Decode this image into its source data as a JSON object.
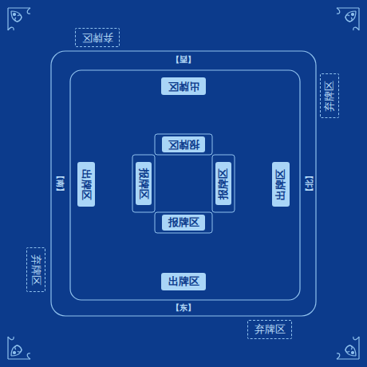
{
  "diagram": {
    "nodes": [
      {
        "text": [
          "弃牌区"
        ]
      },
      {
        "text": [
          "出牌区"
        ]
      },
      {
        "text": [
          "弃牌区"
        ]
      },
      {
        "text": [
          "报牌区"
        ]
      },
      {
        "text": [
          "出牌区"
        ]
      },
      {
        "text": [
          "报牌区"
        ]
      },
      {
        "text": [
          "报牌区"
        ]
      },
      {
        "text": [
          "出牌区"
        ]
      },
      {
        "text": [
          "报牌区"
        ]
      },
      {
        "text": [
          "弃牌区"
        ]
      },
      {
        "text": [
          "出牌区"
        ]
      },
      {
        "text": [
          "弃牌区"
        ]
      }
    ],
    "labels": [
      "【西】",
      "【北】",
      "【南】",
      "【东】"
    ]
  }
}
